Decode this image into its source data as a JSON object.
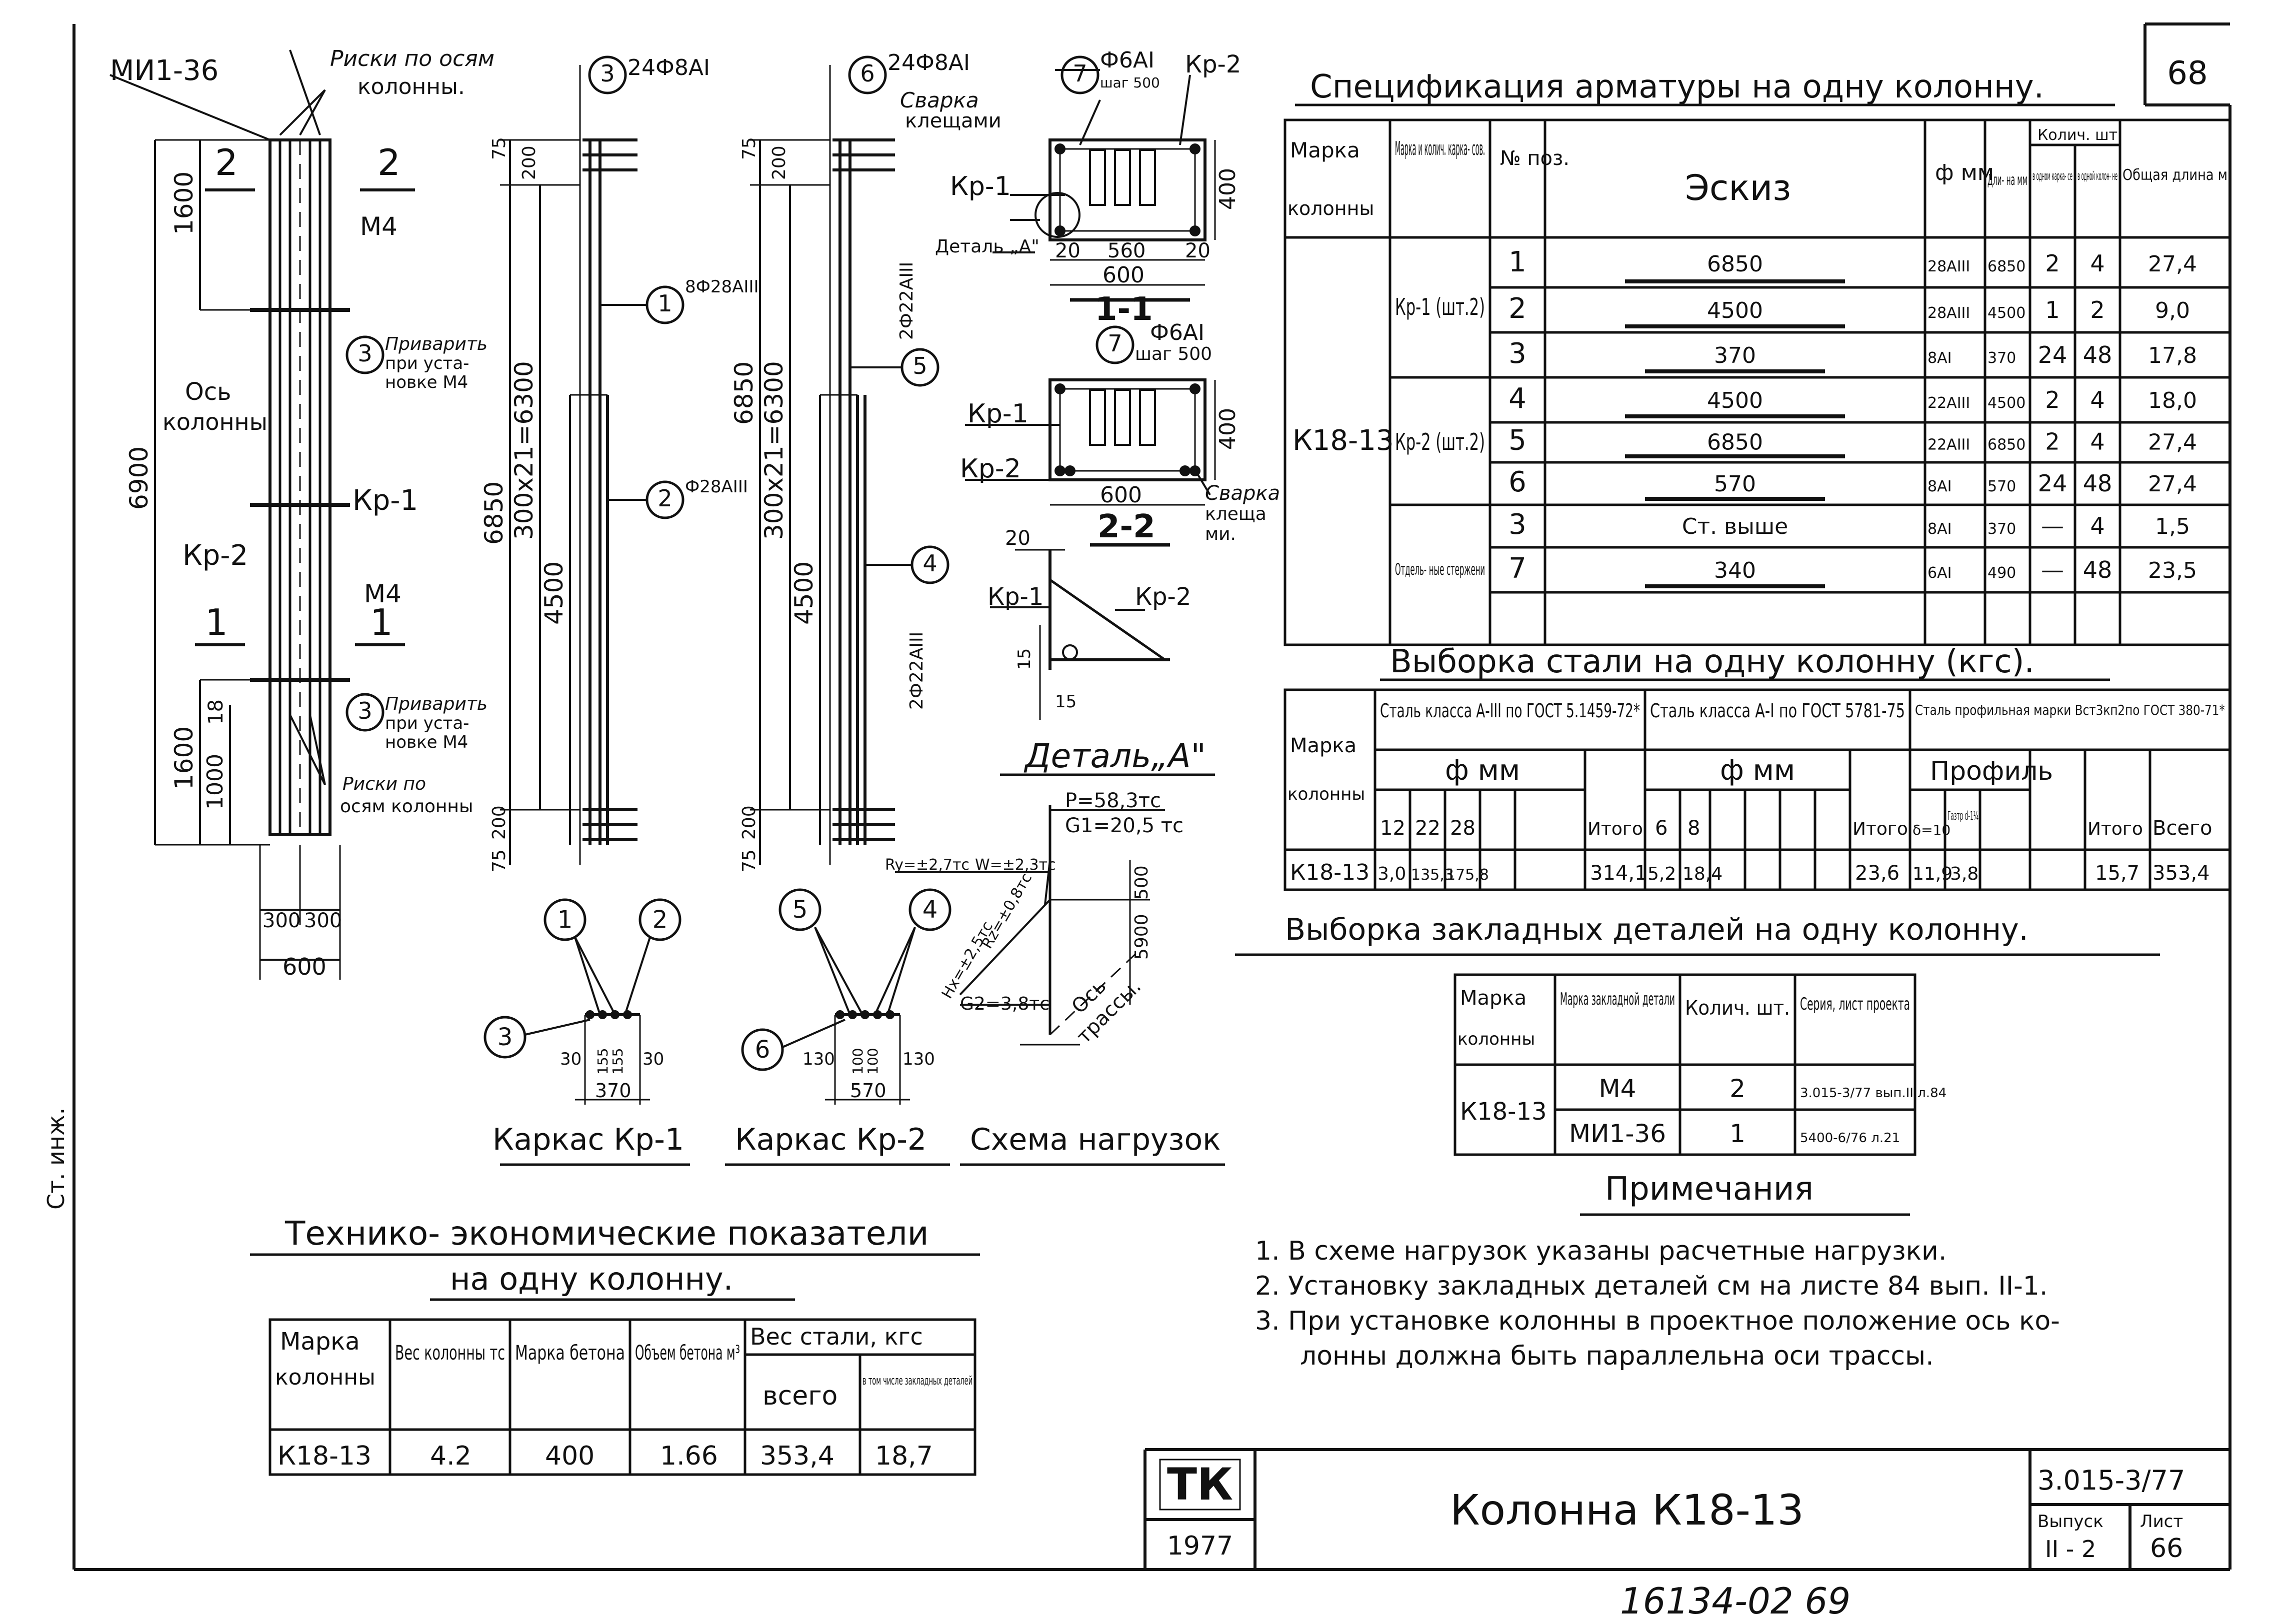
{
  "sheet": {
    "page_number": "68",
    "stamp": "16134-02  69",
    "side_stamp": "Ст. инж."
  },
  "drawing": {
    "mi_label": "МИ1-36",
    "risk_top_label_1": "Риски по осям",
    "risk_top_label_2": "колонны.",
    "sec2": "2",
    "sec1": "1",
    "m4_a": "М4",
    "m4_b": "М4",
    "os_1": "Ось",
    "os_2": "колонны",
    "kp1": "Кр-1",
    "kp2": "Кр-2",
    "weld_1": "Приварить",
    "weld_2": "при уста-",
    "weld_3": "новке М4",
    "risk_bot_1": "Риски по",
    "risk_bot_2": "осям колонны",
    "dim_1600a": "1600",
    "dim_6900": "6900",
    "dim_1600b": "1600",
    "dim_1000": "1000",
    "dim_18": "18",
    "dim_300a": "300",
    "dim_300b": "300",
    "dim_600": "600"
  },
  "frame1": {
    "label": "24Ф8АI",
    "d75a": "75",
    "d200a": "200",
    "d6850": "6850",
    "d300x": "300х21=6300",
    "d4500": "4500",
    "d200b": "200",
    "d75b": "75",
    "bar1": "8Ф28АIII",
    "bar2": "Ф28АIII"
  },
  "frame2": {
    "label": "24Ф8АI",
    "d75a": "75",
    "d200a": "200",
    "d6850": "6850",
    "d300x": "300х21=6300",
    "d4500": "4500",
    "d200b": "200",
    "d75b": "75",
    "bar5": "2Ф22АIII",
    "bar4": "2Ф22АIII"
  },
  "section11": {
    "label7": "Ф6АI",
    "step": "шаг 500",
    "kp2": "Кр-2",
    "weld_1": "Сварка",
    "weld_2": "клещами",
    "kp1": "Кр-1",
    "detail": "Деталь „А\"",
    "d20a": "20",
    "d560": "560",
    "d20b": "20",
    "d600": "600",
    "d400": "400",
    "title": "1-1"
  },
  "section22": {
    "label7": "Ф6АI",
    "step": "шаг 500",
    "kp1": "Кр-1",
    "kp2": "Кр-2",
    "d400": "400",
    "d600": "600",
    "weld_1": "Сварка",
    "weld_2": "клеща",
    "weld_3": "ми.",
    "title": "2-2"
  },
  "detailA": {
    "d20": "20",
    "kp1": "Кр-1",
    "kp2": "Кр-2",
    "d15a": "15",
    "d15b": "15",
    "title": "Деталь„А\""
  },
  "loads": {
    "p": "P=58,3тс",
    "g1": "G1=20,5 тс",
    "ry": "Ry=±2,7тс",
    "w": "W=±2,3тс",
    "hx": "Hx=±2,5тс",
    "rz": "Rz=±0,8тс",
    "g2": "G2=3,8тс",
    "d500": "500",
    "d5900": "5900",
    "axis_1": "Ось",
    "axis_2": "трассы.",
    "title": "Схема нагрузок"
  },
  "kp1_frame": {
    "c1": "1",
    "c2": "2",
    "c3": "3",
    "d30a": "30",
    "d155a": "155",
    "d155b": "155",
    "d30b": "30",
    "d370": "370",
    "title": "Каркас Кр-1"
  },
  "kp2_frame": {
    "c5": "5",
    "c4": "4",
    "c6": "6",
    "d130a": "130",
    "d100a": "100",
    "d100b": "100",
    "d130b": "130",
    "d570": "570",
    "title": "Каркас Кр-2"
  },
  "spec": {
    "title": "Спецификация арматуры на одну колонну.",
    "h_mark": "Марка колонны",
    "h_frames": "Марка и колич. карка- сов.",
    "h_pos": "№ поз.",
    "h_sketch": "Эскиз",
    "h_phi": "ф мм",
    "h_len": "Дли- на мм",
    "h_qty": "Колич. шт",
    "h_qty_a": "в одном карка- се",
    "h_qty_b": "в одной колон- не",
    "h_total": "Общая длина м",
    "column": "К18-13",
    "group1": "Кр-1 (шт.2)",
    "group2": "Кр-2 (шт.2)",
    "group3": "Отдель- ные стержени",
    "rows": [
      {
        "pos": "1",
        "sketch": "6850",
        "phi": "28АIII",
        "len": "6850",
        "a": "2",
        "b": "4",
        "tot": "27,4"
      },
      {
        "pos": "2",
        "sketch": "4500",
        "phi": "28АIII",
        "len": "4500",
        "a": "1",
        "b": "2",
        "tot": "9,0"
      },
      {
        "pos": "3",
        "sketch": "370",
        "phi": "8АI",
        "len": "370",
        "a": "24",
        "b": "48",
        "tot": "17,8"
      },
      {
        "pos": "4",
        "sketch": "4500",
        "phi": "22АIII",
        "len": "4500",
        "a": "2",
        "b": "4",
        "tot": "18,0"
      },
      {
        "pos": "5",
        "sketch": "6850",
        "phi": "22АIII",
        "len": "6850",
        "a": "2",
        "b": "4",
        "tot": "27,4"
      },
      {
        "pos": "6",
        "sketch": "570",
        "phi": "8АI",
        "len": "570",
        "a": "24",
        "b": "48",
        "tot": "27,4"
      },
      {
        "pos": "3",
        "sketch": "Ст. выше",
        "phi": "8АI",
        "len": "370",
        "a": "—",
        "b": "4",
        "tot": "1,5"
      },
      {
        "pos": "7",
        "sketch": "340",
        "phi": "6АI",
        "len": "490",
        "a": "—",
        "b": "48",
        "tot": "23,5"
      }
    ]
  },
  "steel": {
    "title": "Выборка стали на одну колонну (кгс).",
    "h_mark": "Марка колонны",
    "h_a3": "Сталь класса А-III по ГОСТ 5.1459-72*",
    "h_a1": "Сталь класса А-I по ГОСТ 5781-75",
    "h_prof": "Сталь профильная марки Вст3кп2по ГОСТ 380-71*",
    "h_phi_a": "ф мм",
    "h_phi_b": "ф мм",
    "h_profile": "Профиль",
    "h_12": "12",
    "h_22": "22",
    "h_28": "28",
    "h_itogo": "Итого",
    "h_6": "6",
    "h_8": "8",
    "h_itogo2": "Итого",
    "h_b": "δ=10",
    "h_gaz": "Газтр d-1¼",
    "h_itogo3": "Итого",
    "h_all": "Всего",
    "row": {
      "mark": "К18-13",
      "v12": "3,0",
      "v22": "135,3",
      "v28": "175,8",
      "itogo": "314,1",
      "v6": "5,2",
      "v8": "18,4",
      "itogo2": "23,6",
      "vb": "11,9",
      "vg": "3,8",
      "itogo3": "15,7",
      "all": "353,4"
    }
  },
  "embedded": {
    "title": "Выборка закладных деталей на одну колонну.",
    "h_mark": "Марка колонны",
    "h_emb": "Марка закладной детали",
    "h_qty": "Колич. шт.",
    "h_series": "Серия, лист проекта",
    "col": "К18-13",
    "rows": [
      {
        "emb": "М4",
        "qty": "2",
        "series": "3.015-3/77 вып.II л.84"
      },
      {
        "emb": "МИ1-36",
        "qty": "1",
        "series": "5400-6/76 л.21"
      }
    ]
  },
  "notes": {
    "title": "Примечания",
    "n1": "1.  В схеме нагрузок указаны расчетные нагрузки.",
    "n2": "2.  Установку закладных деталей см на листе 84 вып. II-1.",
    "n3a": "3.  При установке колонны в проектное положение ось ко-",
    "n3b": "лонны должна быть параллельна оси трассы."
  },
  "tep": {
    "title1": "Технико- экономические показатели",
    "title2": "на одну колонну.",
    "h_mark": "Марка колонны",
    "h_weight": "Вес колонны тс",
    "h_concrete": "Марка бетона",
    "h_volume": "Объем бетона м³",
    "h_steel": "Вес стали, кгс",
    "h_all": "всего",
    "h_incl": "в том числе закладных деталей",
    "row": {
      "mark": "К18-13",
      "weight": "4.2",
      "concrete": "400",
      "volume": "1.66",
      "all": "353,4",
      "incl": "18,7"
    }
  },
  "stamp": {
    "logo": "ТК",
    "year": "1977",
    "name": "Колонна К18-13",
    "series": "3.015-3/77",
    "issue_label": "Выпуск",
    "issue": "II - 2",
    "sheet_label": "Лист",
    "sheet": "66"
  }
}
